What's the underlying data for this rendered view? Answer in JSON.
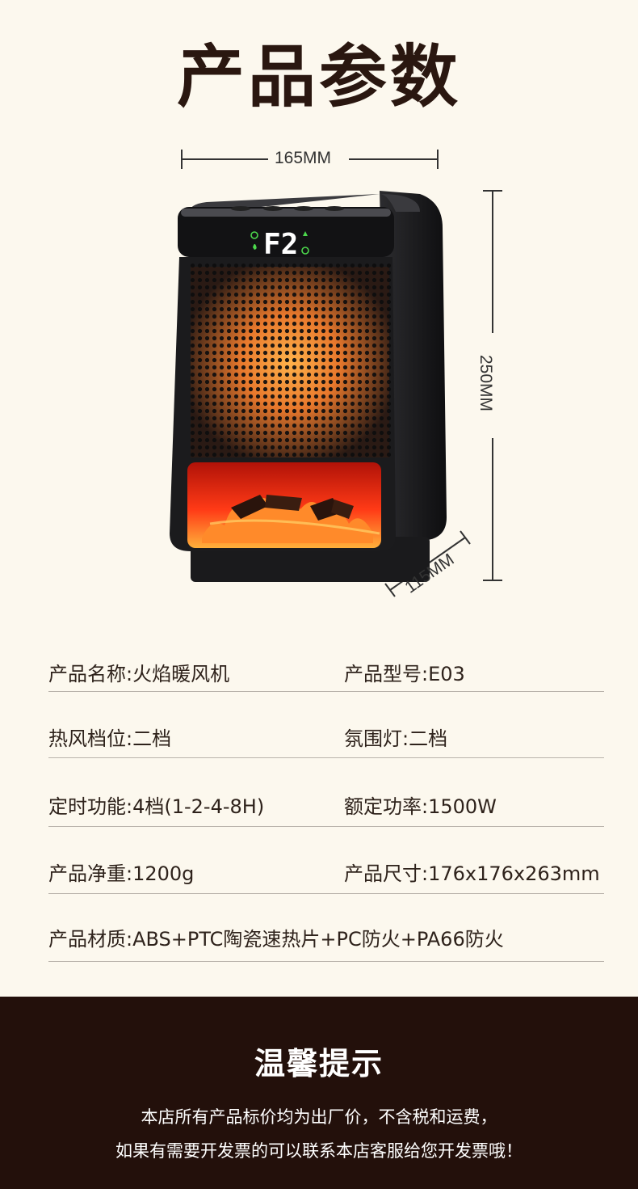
{
  "page_title": "产品参数",
  "dimensions": {
    "width": "165MM",
    "height": "250MM",
    "depth": "115MM"
  },
  "display": {
    "mode": "F2"
  },
  "colors": {
    "background": "#fcf8ee",
    "title": "#2a1710",
    "footer_bg": "#23100b",
    "heater_body": "#1b1b1d",
    "flame": "#ff4a1a",
    "display_digits": "#ffffff",
    "display_icons": "#4cd84c"
  },
  "specs": [
    {
      "left": "产品名称:火焰暖风机",
      "right": "产品型号:E03"
    },
    {
      "left": "热风档位:二档",
      "right": "氛围灯:二档"
    },
    {
      "left": "定时功能:4档(1-2-4-8H)",
      "right": "额定功率:1500W"
    },
    {
      "left": "产品净重:1200g",
      "right": "产品尺寸:176x176x263mm"
    },
    {
      "left": "产品材质:ABS+PTC陶瓷速热片+PC防火+PA66防火",
      "right": ""
    }
  ],
  "tips": {
    "title": "温馨提示",
    "lines": [
      "本店所有产品标价均为出厂价，不含税和运费，",
      "如果有需要开发票的可以联系本店客服给您开发票哦！"
    ]
  }
}
